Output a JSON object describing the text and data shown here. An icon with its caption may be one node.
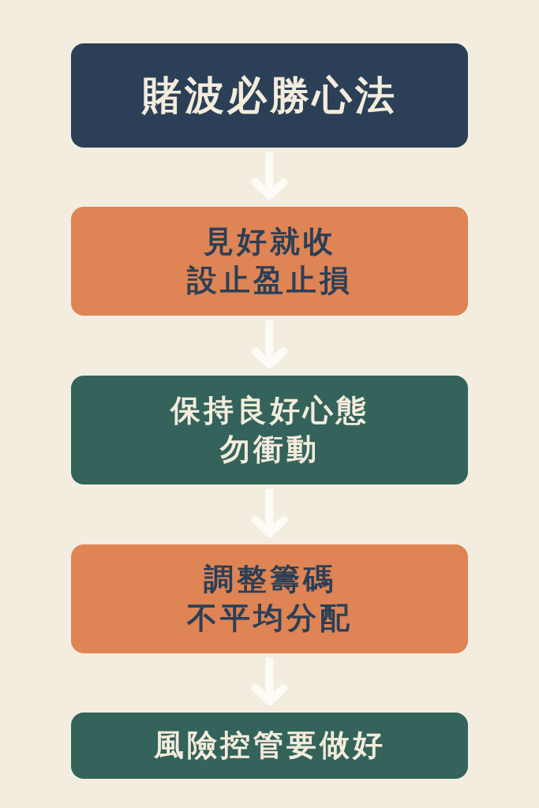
{
  "diagram": {
    "nodes": [
      {
        "text": [
          "賭波必勝心法"
        ]
      },
      {
        "text": [
          "見好就收",
          "設止盈止損"
        ]
      },
      {
        "text": [
          "保持良好心態",
          "勿衝動"
        ]
      },
      {
        "text": [
          "調整籌碼",
          "不平均分配"
        ]
      },
      {
        "text": [
          "風險控管要做好"
        ]
      }
    ],
    "edges": [
      {
        "from": 0,
        "to": 1,
        "arrow": "to"
      },
      {
        "from": 1,
        "to": 2,
        "arrow": "to"
      },
      {
        "from": 2,
        "to": 3,
        "arrow": "to"
      },
      {
        "from": 3,
        "to": 4,
        "arrow": "to"
      }
    ]
  }
}
